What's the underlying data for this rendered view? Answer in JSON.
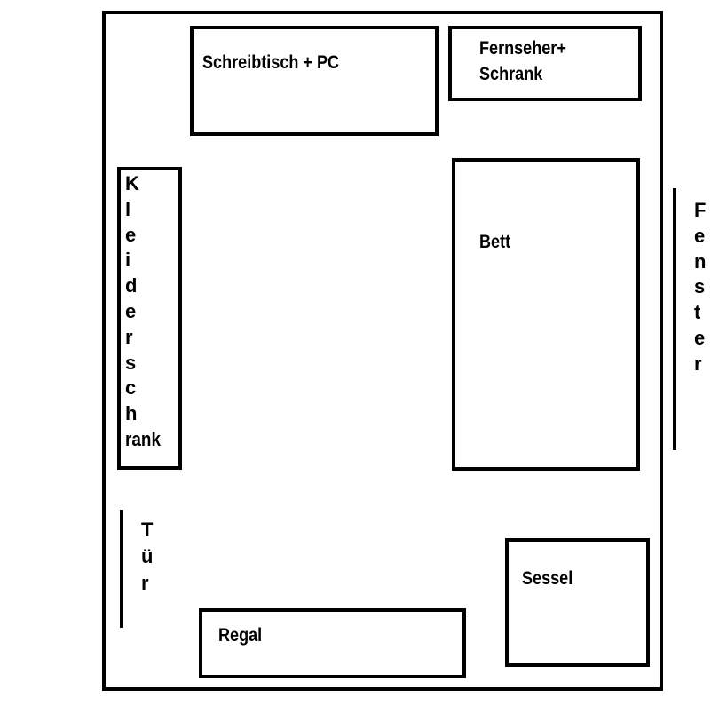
{
  "plan": {
    "desk_label": "Schreibtisch + PC",
    "tv_line1": "Fernseher+",
    "tv_line2": "Schrank",
    "bed_label": "Bett",
    "wardrobe_letters": [
      "K",
      "l",
      "e",
      "i",
      "d",
      "e",
      "r",
      "s",
      "c",
      "h",
      "rank"
    ],
    "window_letters": [
      "F",
      "e",
      "n",
      "s",
      "t",
      "e",
      "r"
    ],
    "door_letters": [
      "T",
      "ü",
      "r"
    ],
    "armchair_label": "Sessel",
    "shelf_label": "Regal"
  }
}
